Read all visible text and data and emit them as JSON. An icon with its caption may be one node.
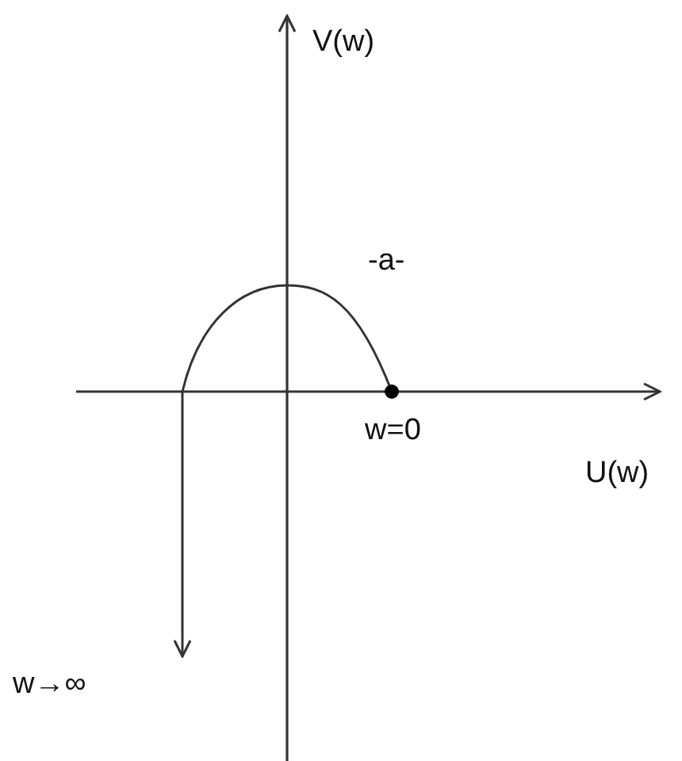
{
  "diagram": {
    "labels": [
      "V(w)",
      "-a-",
      "w=0",
      "U(w)",
      "w→∞"
    ]
  }
}
